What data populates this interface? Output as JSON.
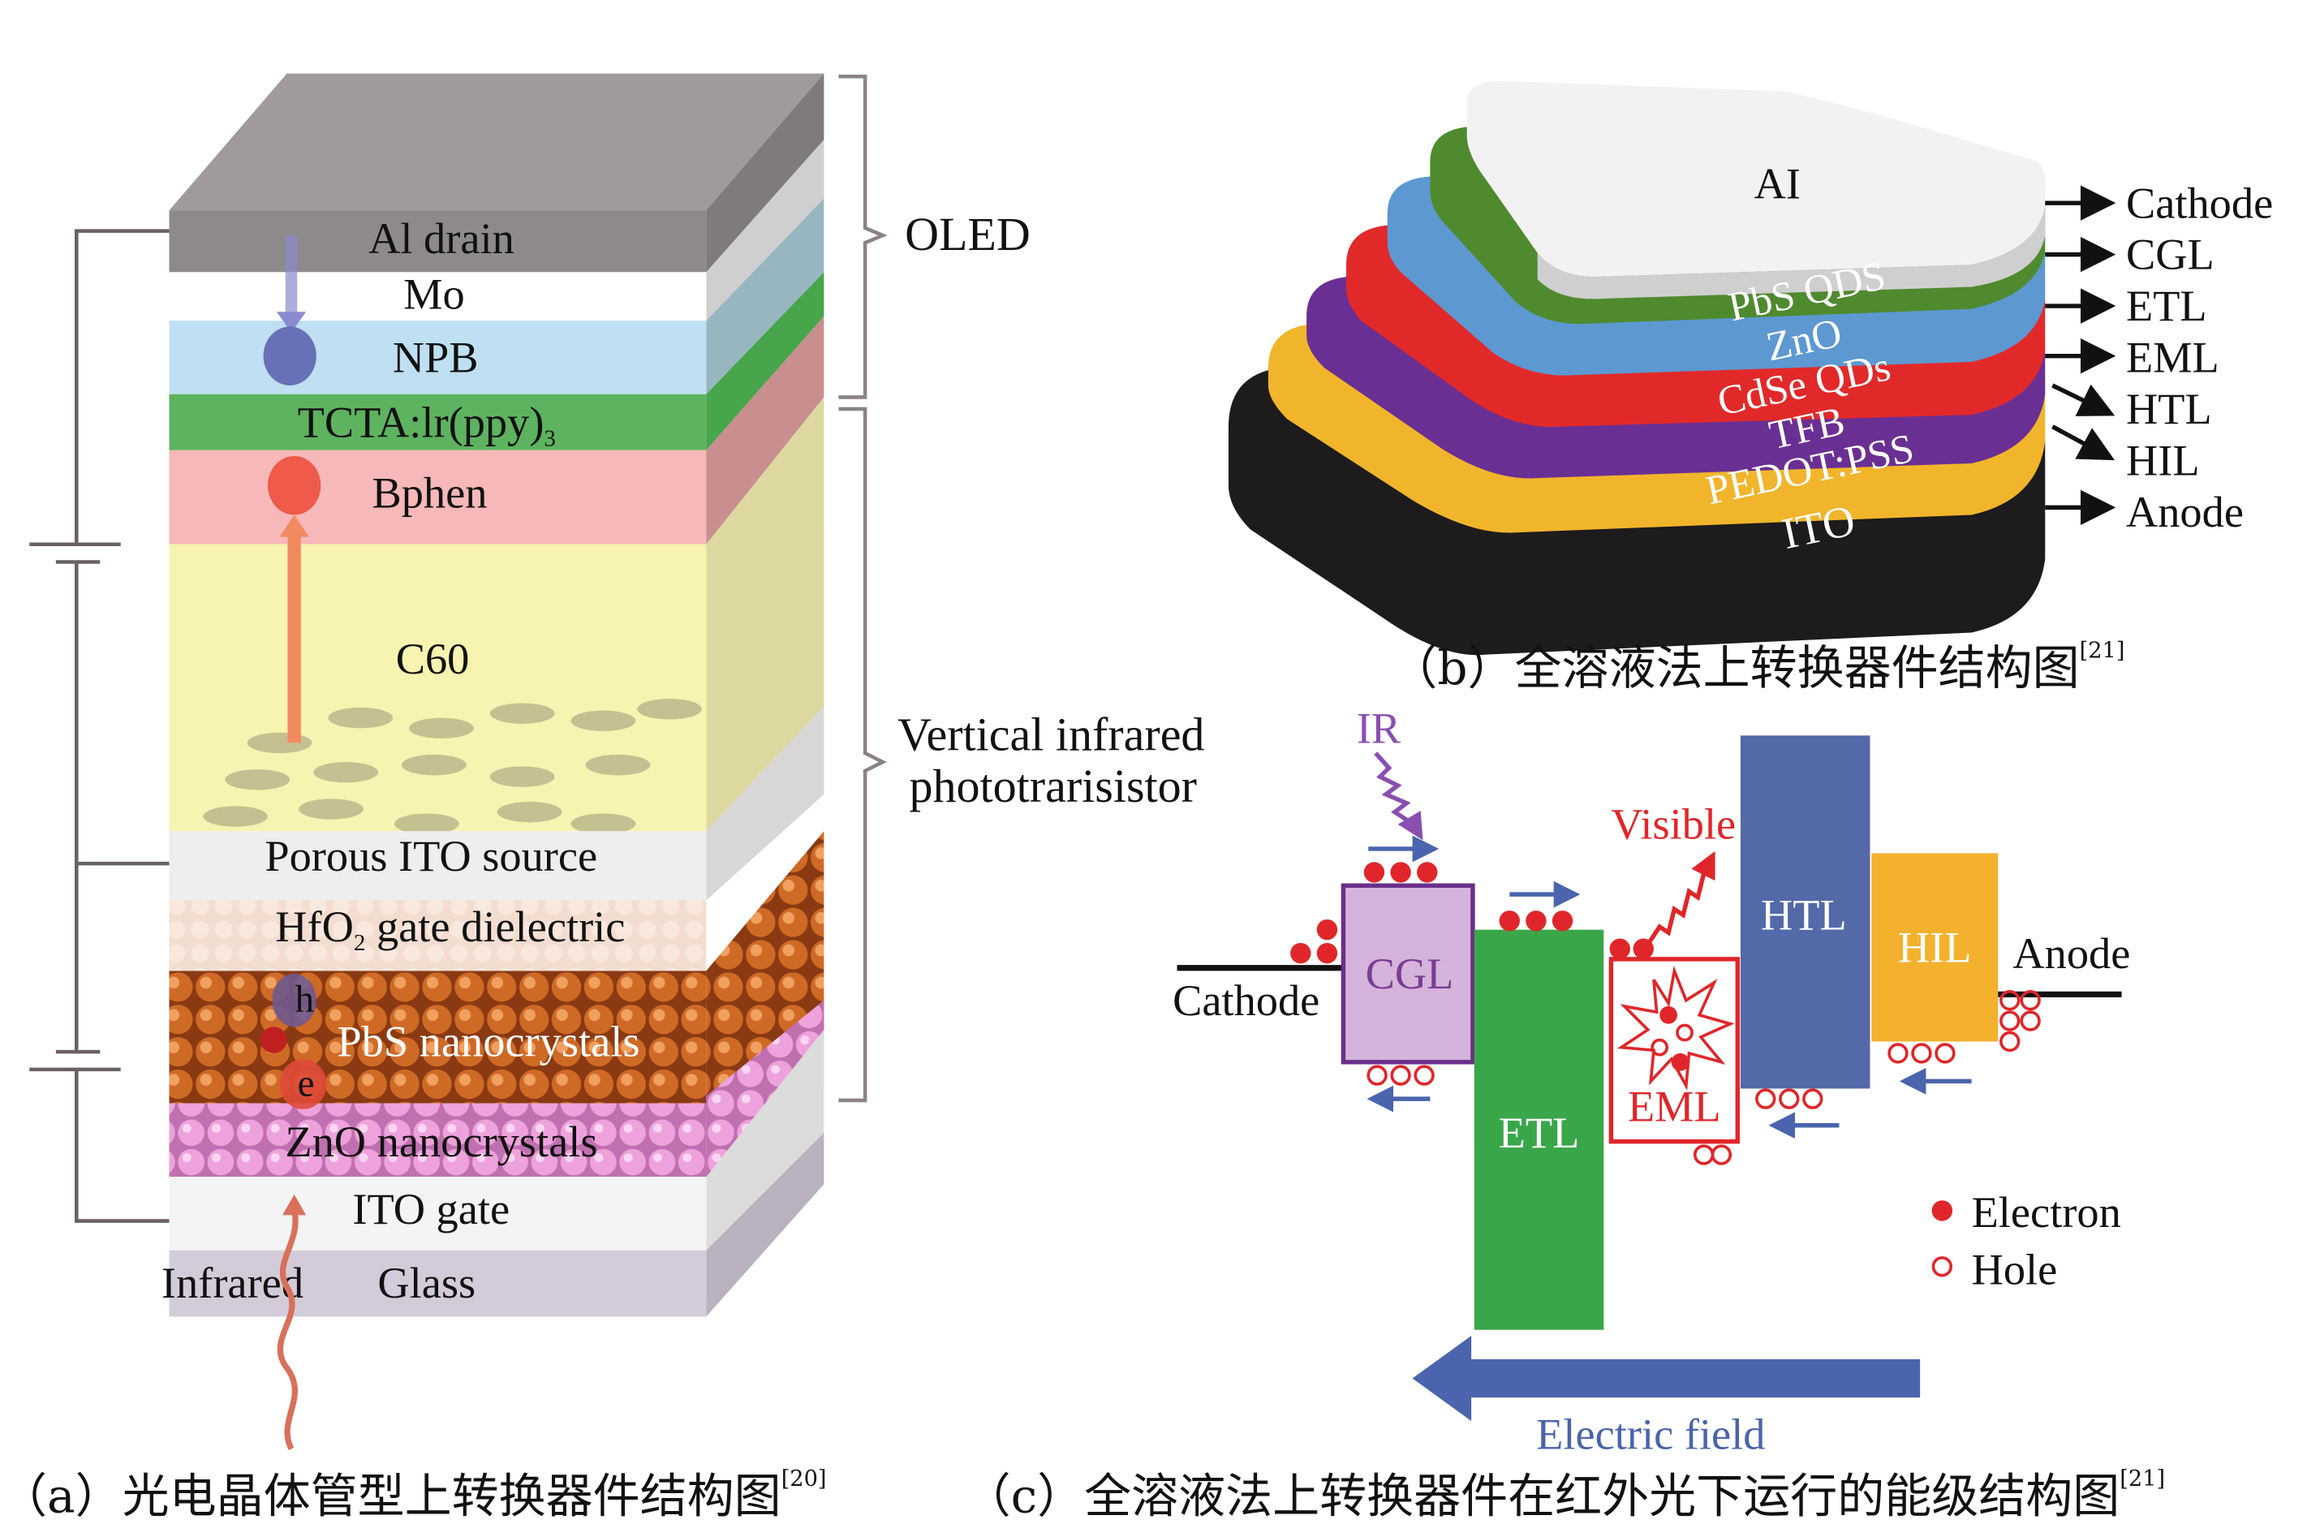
{
  "panel_a": {
    "layers": [
      {
        "label": "Al drain",
        "color": "#8e8a8b"
      },
      {
        "label": "Mo",
        "color": "#ffffff"
      },
      {
        "label": "NPB",
        "color": "#bfe0f2"
      },
      {
        "label": "TCTA:lr(ppy)",
        "sub": "3",
        "color": "#5db35f"
      },
      {
        "label": "Bphen",
        "color": "#f6b8b8"
      },
      {
        "label": "C60",
        "color": "#f7f3b0"
      },
      {
        "label": "Porous ITO source",
        "color": "#eeeeee"
      },
      {
        "label": "HfO",
        "sub": "2",
        "suffix": " gate dielectric",
        "color": "#f3ddd0"
      },
      {
        "label": "PbS nanocrystals",
        "color": "#c55a1c"
      },
      {
        "label": "ZnO nanocrystals",
        "color": "#e39ad6"
      },
      {
        "label": "ITO gate",
        "color": "#f4f4f4"
      },
      {
        "label": "Glass",
        "color": "#d4cbda"
      }
    ],
    "hole_label": "h",
    "electron_label": "e",
    "infrared_label": "Infrared",
    "bracket_oled": "OLED",
    "bracket_vip_line1": "Vertical infrared",
    "bracket_vip_line2": "phototrarisistor",
    "caption": "（a）光电晶体管型上转换器件结构图",
    "caption_ref": "[20]"
  },
  "panel_b": {
    "layers": [
      {
        "label": "AI",
        "color": "#f2f2f2",
        "text_color": "#111111",
        "arrow_label": "Cathode"
      },
      {
        "label": "PbS QDS",
        "color": "#4f8a2f",
        "text_color": "#ffffff",
        "arrow_label": "CGL"
      },
      {
        "label": "ZnO",
        "color": "#5d98d1",
        "text_color": "#ffffff",
        "arrow_label": "ETL"
      },
      {
        "label": "CdSe QDs",
        "color": "#e2292a",
        "text_color": "#ffffff",
        "arrow_label": "EML"
      },
      {
        "label": "TFB",
        "color": "#6a2f93",
        "text_color": "#ffffff",
        "arrow_label": "HTL"
      },
      {
        "label": "PEDOT:PSS",
        "color": "#f1b52c",
        "text_color": "#ffffff",
        "arrow_label": "HIL"
      },
      {
        "label": "ITO",
        "color": "#1d1b1b",
        "text_color": "#ffffff",
        "arrow_label": "Anode"
      }
    ],
    "caption": "（b）全溶液法上转换器件结构图",
    "caption_ref": "[21]"
  },
  "panel_c": {
    "ir_label": "IR",
    "visible_label": "Visible",
    "cathode_label": "Cathode",
    "anode_label": "Anode",
    "blocks": [
      {
        "label": "CGL",
        "fill": "#d4b4da",
        "stroke": "#6a2f8a",
        "text_color": "#7a3d93"
      },
      {
        "label": "ETL",
        "fill": "#3aa64a",
        "stroke": "#3aa64a",
        "text_color": "#ffffff"
      },
      {
        "label": "EML",
        "fill": "#ffffff",
        "stroke": "#e0262a",
        "text_color": "#e0262a"
      },
      {
        "label": "HTL",
        "fill": "#5369a8",
        "stroke": "#5369a8",
        "text_color": "#ffffff"
      },
      {
        "label": "HIL",
        "fill": "#f4b12e",
        "stroke": "#f4b12e",
        "text_color": "#ffffff"
      }
    ],
    "legend": [
      {
        "label": "Electron",
        "symbol": "filled-circle"
      },
      {
        "label": "Hole",
        "symbol": "open-circle"
      }
    ],
    "field_label": "Electric field",
    "colors": {
      "electron": "#e0262a",
      "arrow": "#4a64ad",
      "ir": "#8a4fb0",
      "visible": "#e0262a"
    },
    "caption": "（c）全溶液法上转换器件在红外光下运行的能级结构图",
    "caption_ref": "[21]"
  }
}
